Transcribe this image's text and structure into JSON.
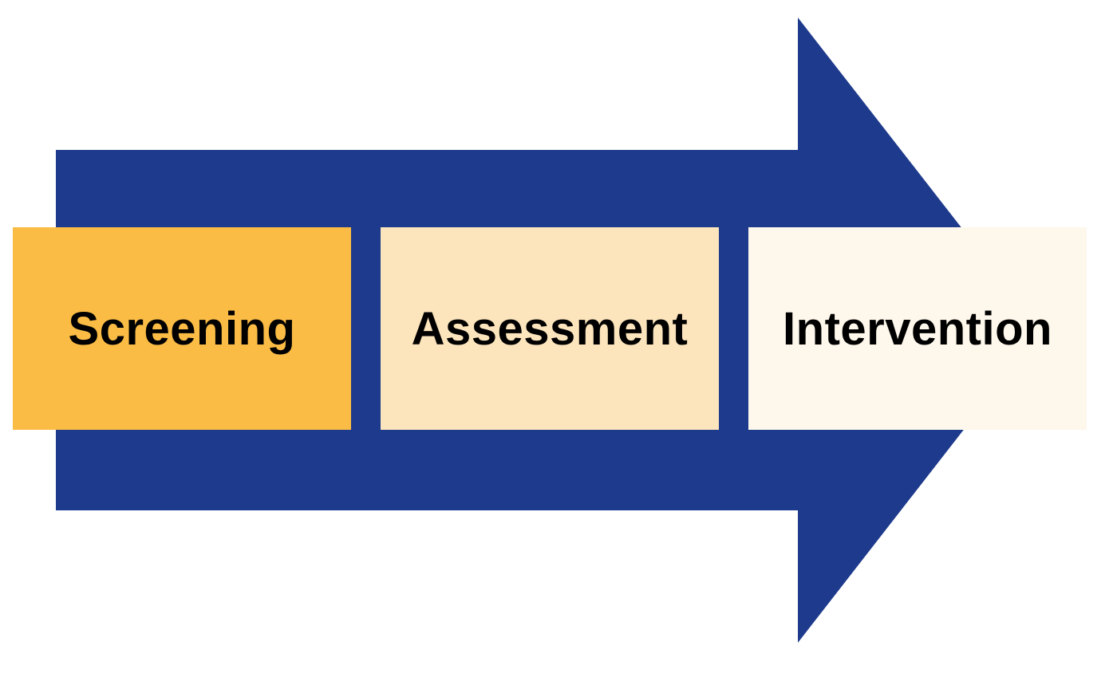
{
  "diagram": {
    "arrow_color": "#1E3A8C",
    "steps": [
      {
        "label": "Screening",
        "color": "#FBBC45"
      },
      {
        "label": "Assessment",
        "color": "#FCE5BC"
      },
      {
        "label": "Intervention",
        "color": "#FEF8EC"
      }
    ]
  }
}
